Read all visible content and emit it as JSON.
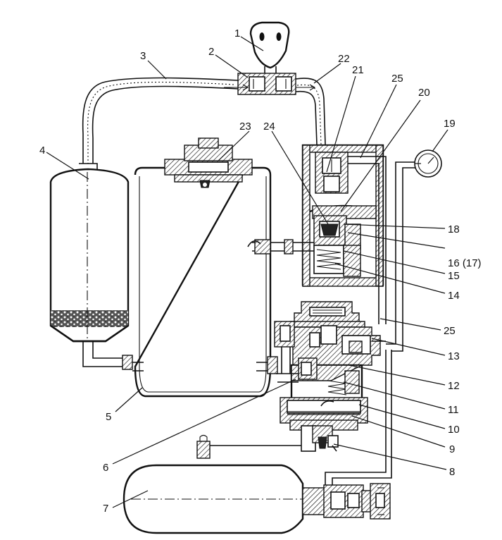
{
  "labels": {
    "l1": "1",
    "l2": "2",
    "l3": "3",
    "l4": "4",
    "l5": "5",
    "l6": "6",
    "l7": "7",
    "l8": "8",
    "l9": "9",
    "l10": "10",
    "l11": "11",
    "l12": "12",
    "l13": "13",
    "l14": "14",
    "l15": "15",
    "l16": "16 (17)",
    "l18": "18",
    "l19": "19",
    "l20": "20",
    "l21": "21",
    "l22": "22",
    "l23": "23",
    "l24": "24",
    "l25a": "25",
    "l25b": "25"
  },
  "colors": {
    "ink": "#111111",
    "paper": "#ffffff"
  }
}
